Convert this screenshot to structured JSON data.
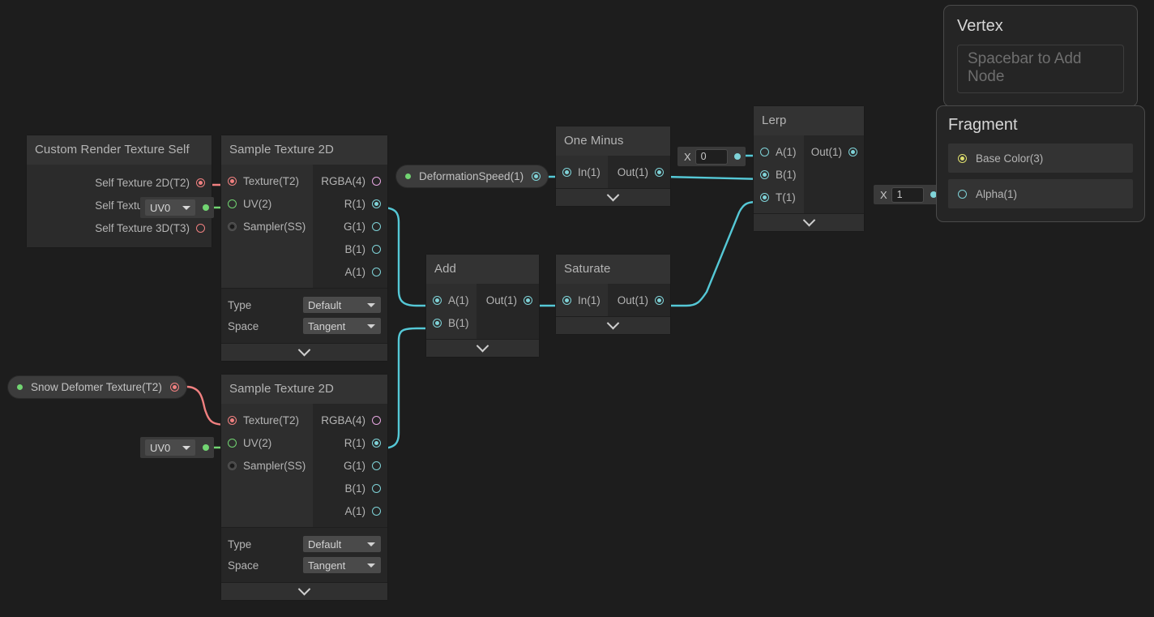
{
  "app": {
    "background": "#1d1d1d",
    "accent_cyan": "#7fd3d8",
    "accent_green": "#72d572",
    "accent_red": "#f08080",
    "accent_yellow": "#dede6d",
    "accent_pink": "#e6a6e0"
  },
  "nodes": {
    "custom_render_texture_self": {
      "title": "Custom Render Texture Self",
      "outputs": [
        {
          "label": "Self Texture 2D(T2)",
          "type": "texture2d",
          "connected": true
        },
        {
          "label": "Self Texture 2D(T2)",
          "type": "texture2d",
          "connected": false
        },
        {
          "label": "Self Texture 3D(T3)",
          "type": "texture3d",
          "connected": false
        }
      ]
    },
    "sample_texture_2d_top": {
      "title": "Sample Texture 2D",
      "inputs": [
        {
          "label": "Texture(T2)",
          "connected": true
        },
        {
          "label": "UV(2)",
          "connected": false
        },
        {
          "label": "Sampler(SS)",
          "connected": false
        }
      ],
      "outputs": [
        {
          "label": "RGBA(4)",
          "connected": false
        },
        {
          "label": "R(1)",
          "connected": true
        },
        {
          "label": "G(1)",
          "connected": false
        },
        {
          "label": "B(1)",
          "connected": false
        },
        {
          "label": "A(1)",
          "connected": false
        }
      ],
      "settings": [
        {
          "label": "Type",
          "value": "Default"
        },
        {
          "label": "Space",
          "value": "Tangent"
        }
      ]
    },
    "sample_texture_2d_bottom": {
      "title": "Sample Texture 2D",
      "inputs": [
        {
          "label": "Texture(T2)",
          "connected": true
        },
        {
          "label": "UV(2)",
          "connected": false
        },
        {
          "label": "Sampler(SS)",
          "connected": false
        }
      ],
      "outputs": [
        {
          "label": "RGBA(4)",
          "connected": false
        },
        {
          "label": "R(1)",
          "connected": true
        },
        {
          "label": "G(1)",
          "connected": false
        },
        {
          "label": "B(1)",
          "connected": false
        },
        {
          "label": "A(1)",
          "connected": false
        }
      ],
      "settings": [
        {
          "label": "Type",
          "value": "Default"
        },
        {
          "label": "Space",
          "value": "Tangent"
        }
      ]
    },
    "add": {
      "title": "Add",
      "inputs": [
        {
          "label": "A(1)",
          "connected": true
        },
        {
          "label": "B(1)",
          "connected": true
        }
      ],
      "outputs": [
        {
          "label": "Out(1)",
          "connected": true
        }
      ]
    },
    "saturate": {
      "title": "Saturate",
      "inputs": [
        {
          "label": "In(1)",
          "connected": true
        }
      ],
      "outputs": [
        {
          "label": "Out(1)",
          "connected": true
        }
      ]
    },
    "one_minus": {
      "title": "One Minus",
      "inputs": [
        {
          "label": "In(1)",
          "connected": true
        }
      ],
      "outputs": [
        {
          "label": "Out(1)",
          "connected": true
        }
      ]
    },
    "lerp": {
      "title": "Lerp",
      "inputs": [
        {
          "label": "A(1)",
          "connected": false
        },
        {
          "label": "B(1)",
          "connected": true
        },
        {
          "label": "T(1)",
          "connected": true
        }
      ],
      "outputs": [
        {
          "label": "Out(1)",
          "connected": true
        }
      ]
    }
  },
  "properties": {
    "deformation_speed": {
      "label": "DeformationSpeed(1)",
      "type": "float"
    },
    "snow_deformer_texture": {
      "label": "Snow Defomer Texture(T2)",
      "type": "texture2d"
    }
  },
  "widgets": {
    "uv_top": {
      "value": "UV0"
    },
    "uv_bottom": {
      "value": "UV0"
    },
    "x_lerp_a": {
      "label": "X",
      "value": "0"
    },
    "x_alpha": {
      "label": "X",
      "value": "1"
    }
  },
  "master_stack": {
    "vertex": {
      "title": "Vertex",
      "hint": "Spacebar to Add Node"
    },
    "fragment": {
      "title": "Fragment",
      "blocks": [
        {
          "label": "Base Color(3)",
          "connected": true
        },
        {
          "label": "Alpha(1)",
          "connected": false
        }
      ]
    }
  }
}
